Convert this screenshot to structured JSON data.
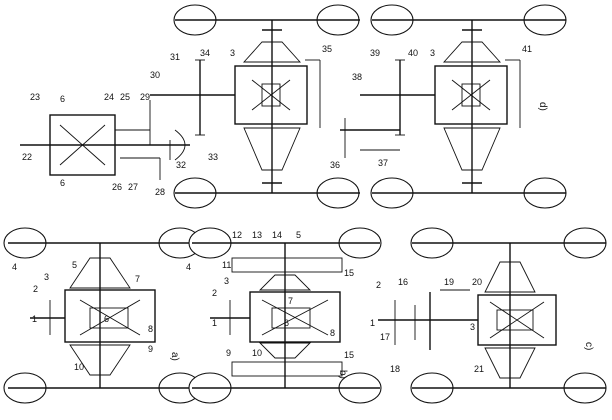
{
  "labels": {
    "top_left": [
      "23",
      "6",
      "24",
      "25",
      "22",
      "6",
      "26",
      "27",
      "28",
      "29",
      "30",
      "31",
      "34",
      "3",
      "35",
      "32",
      "33"
    ],
    "top_right": [
      "39",
      "40",
      "3",
      "41",
      "38",
      "36",
      "37"
    ],
    "bot_a": [
      "4",
      "5",
      "2",
      "3",
      "7",
      "1",
      "6",
      "8",
      "9",
      "10"
    ],
    "bot_b": [
      "12",
      "13",
      "14",
      "5",
      "4",
      "11",
      "15",
      "2",
      "3",
      "7",
      "1",
      "6",
      "8",
      "9",
      "10",
      "15"
    ],
    "bot_c": [
      "2",
      "16",
      "19",
      "20",
      "1",
      "17",
      "3",
      "18",
      "21"
    ]
  },
  "panels": {
    "a": "a)",
    "b": "b)",
    "c": "c)",
    "d": "d)"
  }
}
